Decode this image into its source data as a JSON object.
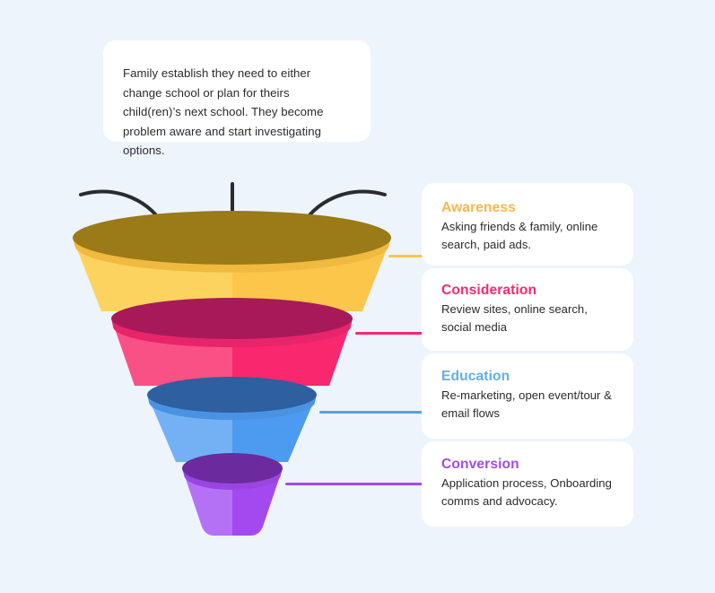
{
  "callout": {
    "text": "Family establish they need to either change school or plan for theirs child(ren)’s next school. They become problem aware and start investigating options."
  },
  "background_color": "#edf4fc",
  "funnel": {
    "title": "marketing-funnel",
    "arrows": [
      {
        "name": "inflow-arrow-left",
        "style": "curved"
      },
      {
        "name": "inflow-arrow-center",
        "style": "straight"
      },
      {
        "name": "inflow-arrow-right",
        "style": "curved"
      }
    ],
    "stages": [
      {
        "id": "awareness",
        "label": "Awareness",
        "color": "#fbc64a",
        "color_light": "#fcd35f",
        "color_dark": "#9b7a18",
        "color_rim": "#f0b93f"
      },
      {
        "id": "consideration",
        "label": "Consideration",
        "color": "#f9286e",
        "color_light": "#f95086",
        "color_dark": "#a8195a",
        "color_rim": "#e8246a"
      },
      {
        "id": "education",
        "label": "Education",
        "color": "#4d9bf0",
        "color_light": "#74b1f4",
        "color_dark": "#2e5f9e",
        "color_rim": "#4a93e2"
      },
      {
        "id": "conversion",
        "label": "Conversion",
        "color": "#a24af0",
        "color_light": "#b471f5",
        "color_dark": "#6b2b9e",
        "color_rim": "#9a45e2"
      }
    ]
  },
  "cards": [
    {
      "id": "awareness",
      "title": "Awareness",
      "title_color": "#f9b748",
      "description": "Asking friends & family, online search, paid ads."
    },
    {
      "id": "consideration",
      "title": "Consideration",
      "title_color": "#f9286e",
      "description": "Review sites, online search, social media"
    },
    {
      "id": "education",
      "title": "Education",
      "title_color": "#62afe8",
      "description": "Re-marketing, open event/tour & email flows"
    },
    {
      "id": "conversion",
      "title": "Conversion",
      "title_color": "#a24af0",
      "description": "Application process, Onboarding comms and advocacy."
    }
  ]
}
